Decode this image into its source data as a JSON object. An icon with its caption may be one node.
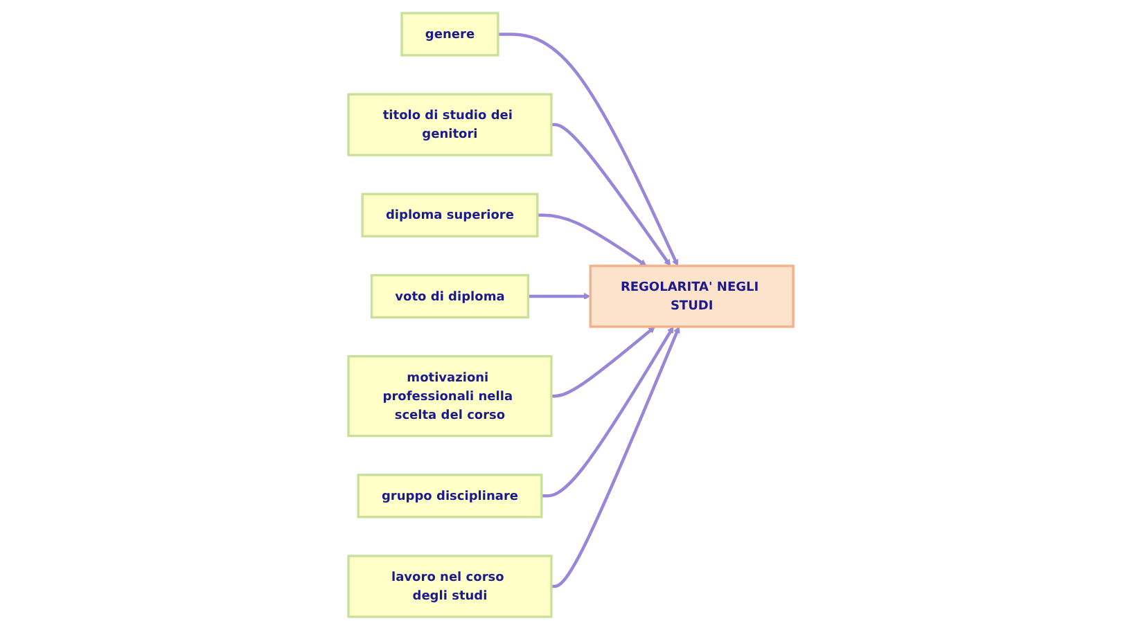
{
  "diagram": {
    "nodes": [
      {
        "text": [
          "genere"
        ]
      },
      {
        "text": [
          "REGOLARITA' NEGLI STUDI"
        ]
      },
      {
        "text": [
          "titolo di studio dei genitori"
        ]
      },
      {
        "text": [
          "diploma superiore"
        ]
      },
      {
        "text": [
          "voto di diploma"
        ]
      },
      {
        "text": [
          "motivazioni professionali nella scelta del corso"
        ]
      },
      {
        "text": [
          "gruppo disciplinare"
        ]
      },
      {
        "text": [
          "lavoro nel corso degli studi"
        ]
      }
    ],
    "edges": [
      {
        "from": 0,
        "to": 1,
        "arrow": "to"
      },
      {
        "from": 2,
        "to": 1,
        "arrow": "to"
      },
      {
        "from": 3,
        "to": 1,
        "arrow": "to"
      },
      {
        "from": 4,
        "to": 1,
        "arrow": "to"
      },
      {
        "from": 5,
        "to": 1,
        "arrow": "to"
      },
      {
        "from": 6,
        "to": 1,
        "arrow": "to"
      },
      {
        "from": 7,
        "to": 1,
        "arrow": "to"
      }
    ]
  }
}
